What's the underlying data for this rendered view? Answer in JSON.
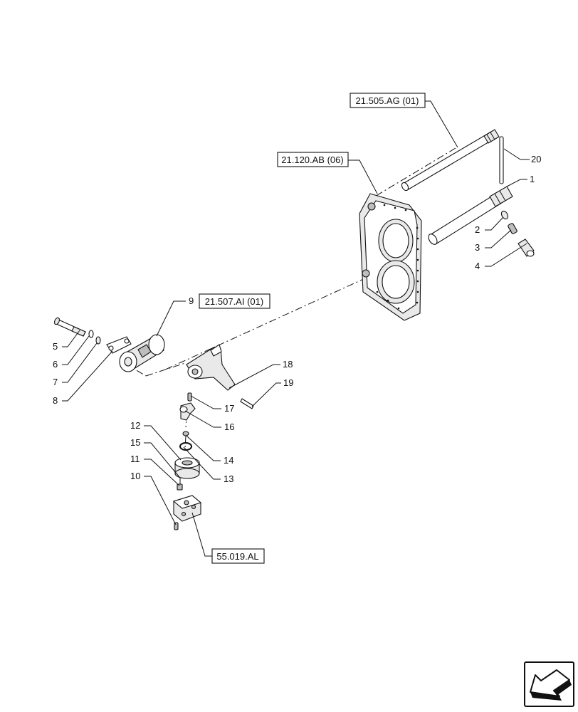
{
  "references": {
    "shaft_ref": "21.505.AG (01)",
    "housing_ref": "21.120.AB (06)",
    "actuator_ref": "21.507.AI (01)",
    "valve_ref": "55.019.AL"
  },
  "callouts": {
    "c1": "1",
    "c2": "2",
    "c3": "3",
    "c4": "4",
    "c5": "5",
    "c6": "6",
    "c7": "7",
    "c8": "8",
    "c9": "9",
    "c10": "10",
    "c11": "11",
    "c12": "12",
    "c13": "13",
    "c14": "14",
    "c15": "15",
    "c16": "16",
    "c17": "17",
    "c18": "18",
    "c19": "19",
    "c20": "20"
  },
  "icons": {
    "nav": "arrow-back-icon"
  }
}
